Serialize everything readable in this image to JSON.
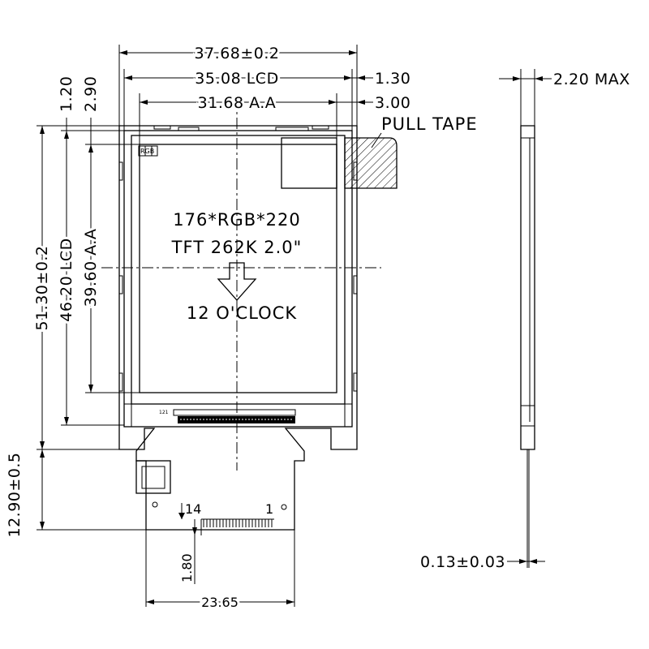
{
  "drawing": {
    "dims": {
      "outline_width": "37.68±0.2",
      "lcd_width": "35.08 LCD",
      "aa_width": "31.68 A.A",
      "right_offset_1": "1.30",
      "right_offset_2": "3.00",
      "top_offset_1": "1.20",
      "top_offset_2": "2.90",
      "outline_height": "51.30±0.2",
      "lcd_height": "46.20 LCD",
      "aa_height": "39.60 A.A",
      "fpc_height": "12.90±0.5",
      "fpc_width": "23.65",
      "pin_offset": "1.80",
      "thickness": "2.20 MAX",
      "fpc_thickness": "0.13±0.03"
    },
    "labels": {
      "pull_tape": "PULL TAPE",
      "resolution": "176*RGB*220",
      "panel_type": "TFT 262K 2.0\"",
      "view_direction": "12 O'CLOCK",
      "rgb_tag": "RGB",
      "pin_14": "14",
      "pin_1": "1",
      "connector_tag": "121"
    }
  }
}
